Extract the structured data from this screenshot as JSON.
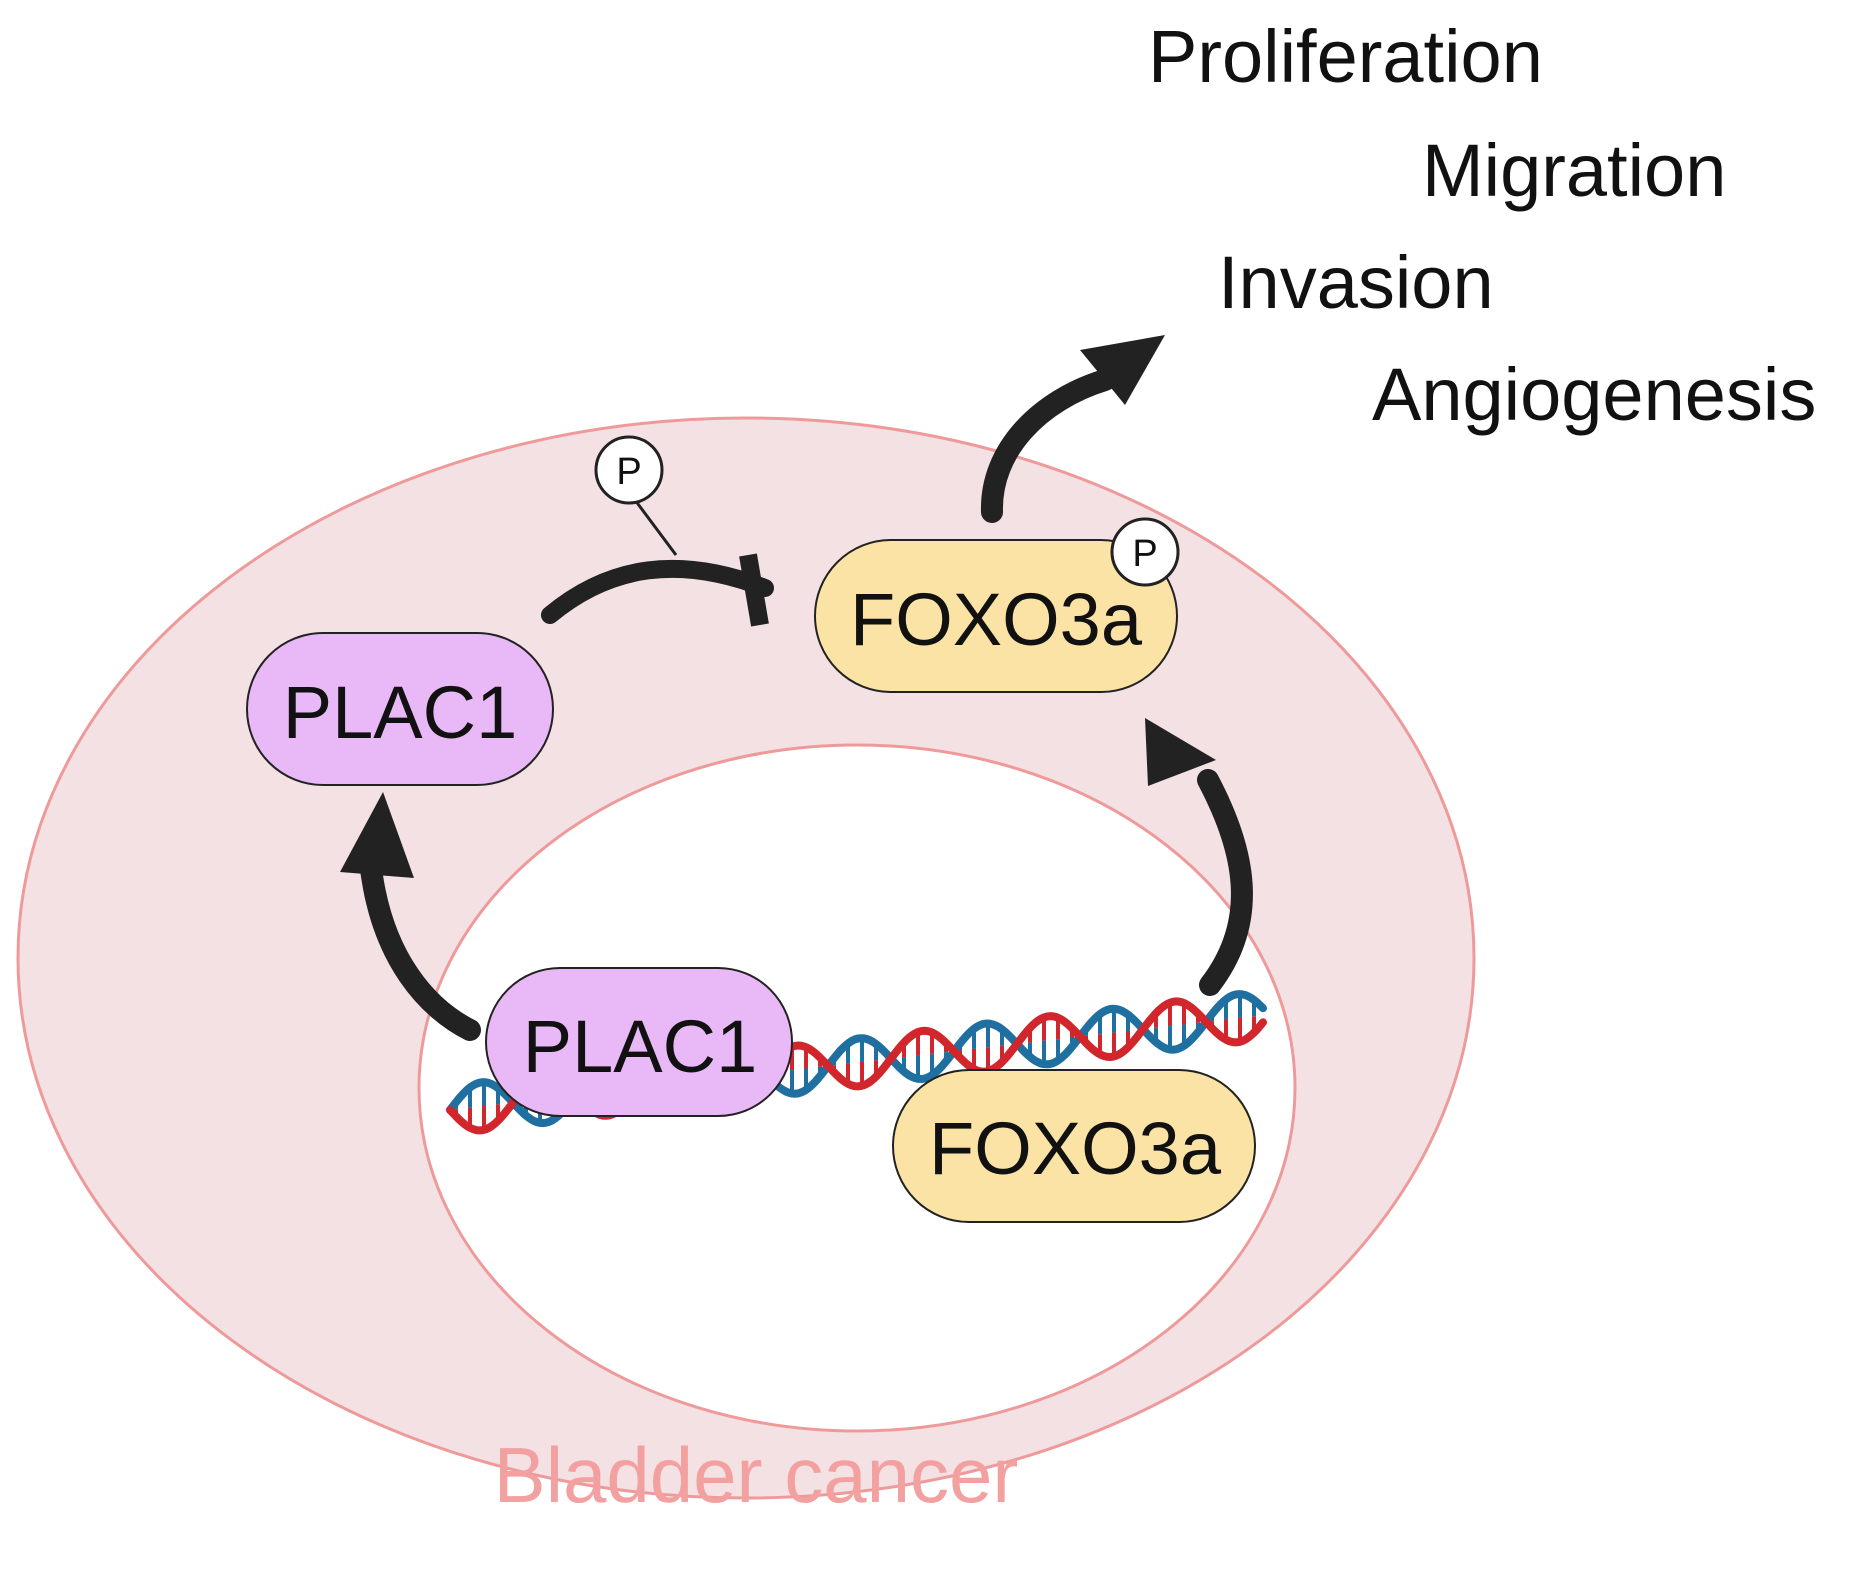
{
  "diagram": {
    "cell_label": "Bladder cancer",
    "cytoplasm_plac1": "PLAC1",
    "cytoplasm_foxo3a": "FOXO3a",
    "nucleus_plac1": "PLAC1",
    "nucleus_foxo3a": "FOXO3a",
    "phospho_free": "P",
    "phospho_bound": "P",
    "outcomes": [
      "Proliferation",
      "Migration",
      "Invasion",
      "Angiogenesis"
    ]
  },
  "colors": {
    "cell_fill": "#f3e1e3",
    "cell_stroke": "#ef9a9a",
    "cell_label": "#f2a0a0",
    "plac1_fill": "#e9b8f7",
    "foxo3a_fill": "#fae3a5",
    "arrow": "#222222",
    "dna_red": "#d1262b",
    "dna_blue": "#1f6fa0"
  }
}
